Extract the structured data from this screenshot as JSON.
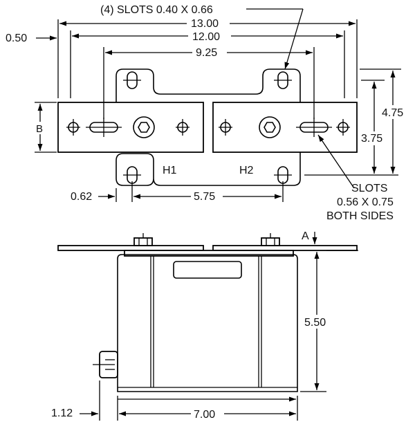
{
  "top_view": {
    "slots_note": "(4) SLOTS 0.40 X 0.66",
    "dim_overall_length": "13.00",
    "dim_12": "12.00",
    "dim_925": "9.25",
    "dim_050": "0.50",
    "dim_B": "B",
    "dim_475": "4.75",
    "dim_375": "3.75",
    "dim_062": "0.62",
    "dim_575": "5.75",
    "label_h1": "H1",
    "label_h2": "H2",
    "slots_callout_line1": "SLOTS",
    "slots_callout_line2": "0.56 X 0.75",
    "slots_callout_line3": "BOTH SIDES"
  },
  "side_view": {
    "dim_A": "A",
    "dim_550": "5.50",
    "dim_112": "1.12",
    "dim_700": "7.00"
  }
}
